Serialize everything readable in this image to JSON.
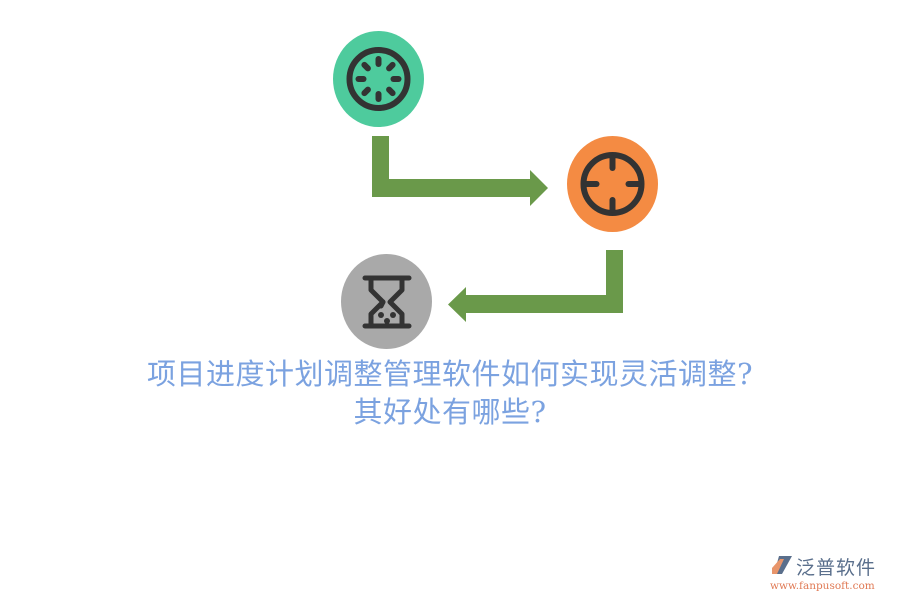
{
  "diagram": {
    "nodes": [
      {
        "id": "loading",
        "icon": "loading-spinner-icon",
        "color": "#4ecb9d"
      },
      {
        "id": "target",
        "icon": "crosshair-icon",
        "color": "#f48b43"
      },
      {
        "id": "hourglass",
        "icon": "hourglass-icon",
        "color": "#a9a9a9"
      }
    ],
    "arrows": [
      {
        "from": "loading",
        "to": "target",
        "color": "#6a994a"
      },
      {
        "from": "target",
        "to": "hourglass",
        "color": "#6a994a"
      }
    ],
    "icon_stroke_color": "#333333"
  },
  "title": {
    "line1": "项目进度计划调整管理软件如何实现灵活调整?",
    "line2": "其好处有哪些?",
    "color": "#7ba2e0"
  },
  "logo": {
    "name": "泛普软件",
    "url": "www.fanpusoft.com"
  }
}
